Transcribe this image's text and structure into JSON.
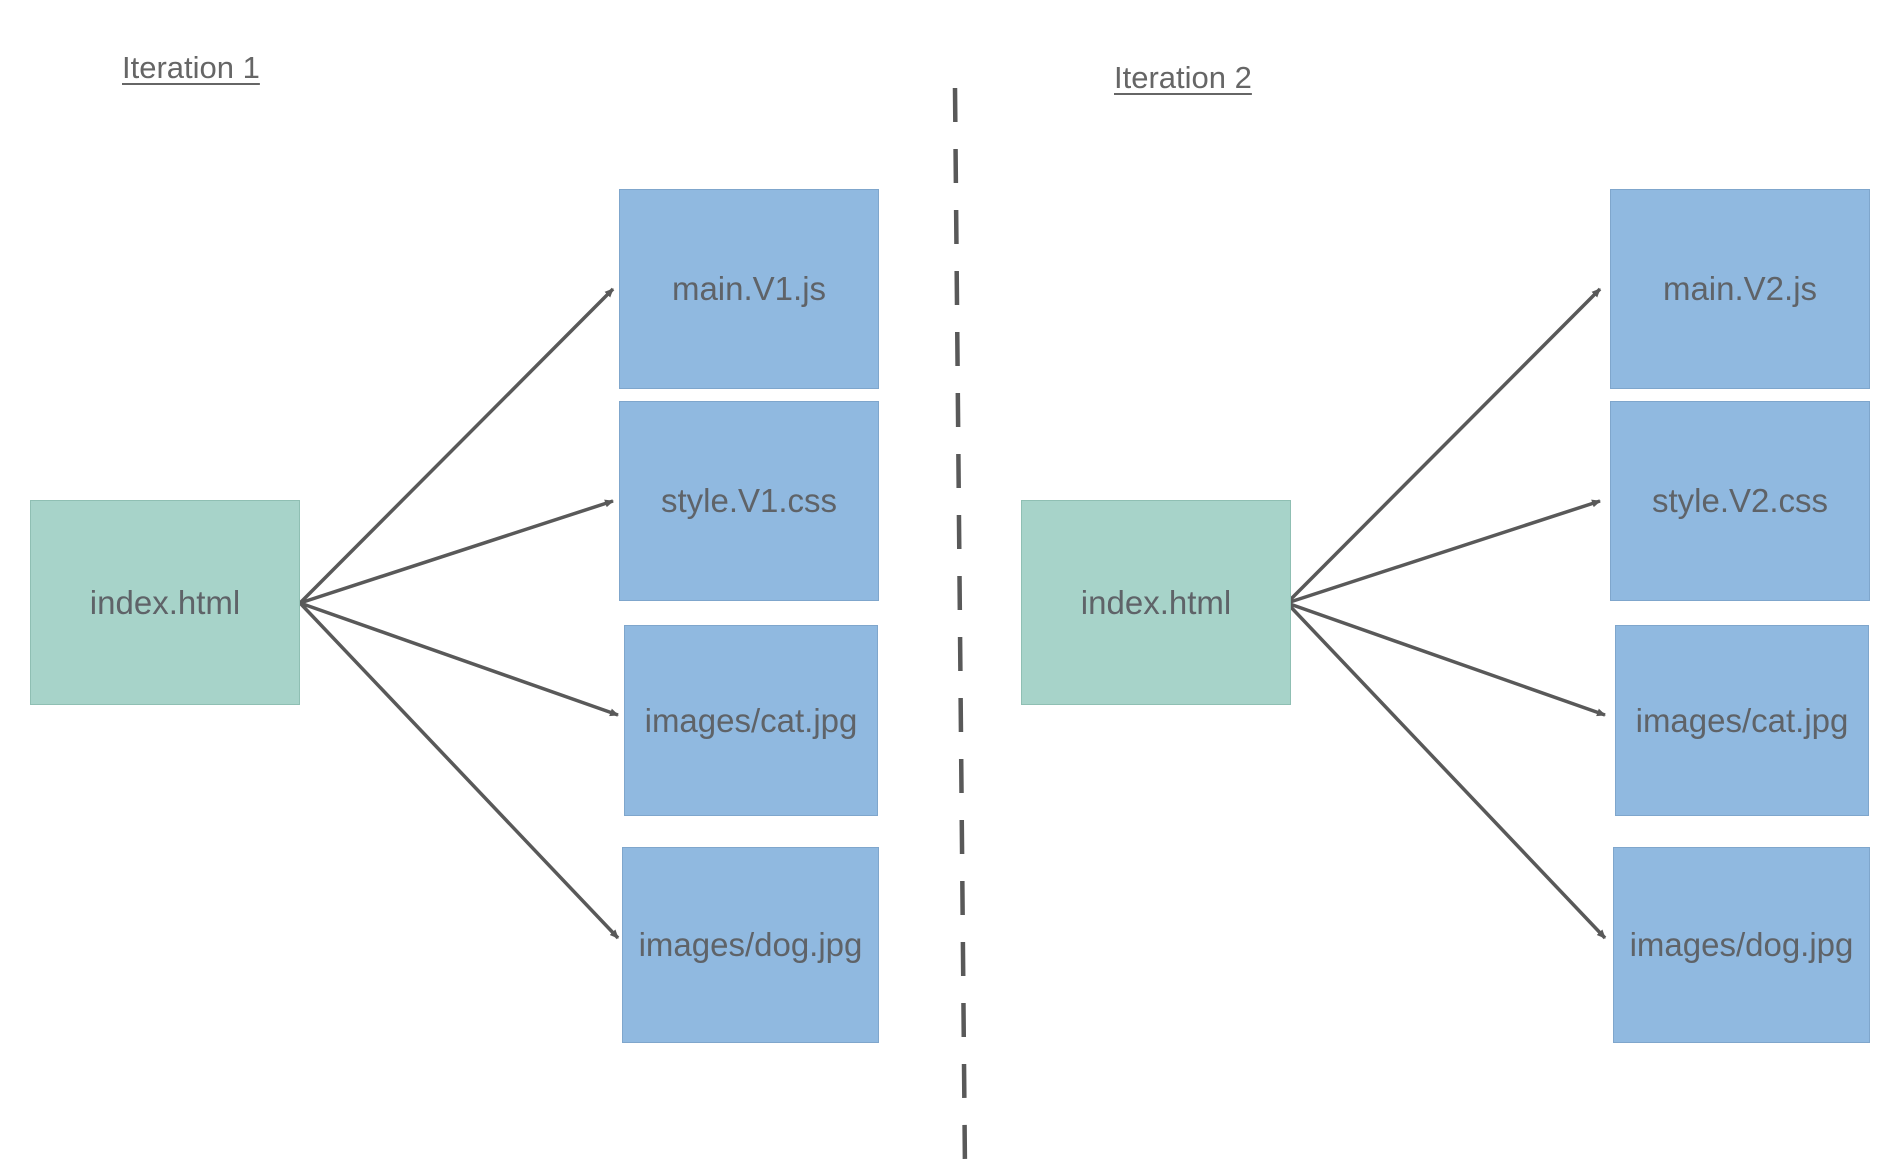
{
  "iteration_1": {
    "title": "Iteration 1",
    "root": "index.html",
    "assets": [
      "main.V1.js",
      "style.V1.css",
      "images/cat.jpg",
      "images/dog.jpg"
    ]
  },
  "iteration_2": {
    "title": "Iteration 2",
    "root": "index.html",
    "assets": [
      "main.V2.js",
      "style.V2.css",
      "images/cat.jpg",
      "images/dog.jpg"
    ]
  },
  "colors": {
    "html_node": "#a7d3c9",
    "asset_node": "#90b9e0",
    "text": "#666666",
    "arrow": "#595959"
  }
}
